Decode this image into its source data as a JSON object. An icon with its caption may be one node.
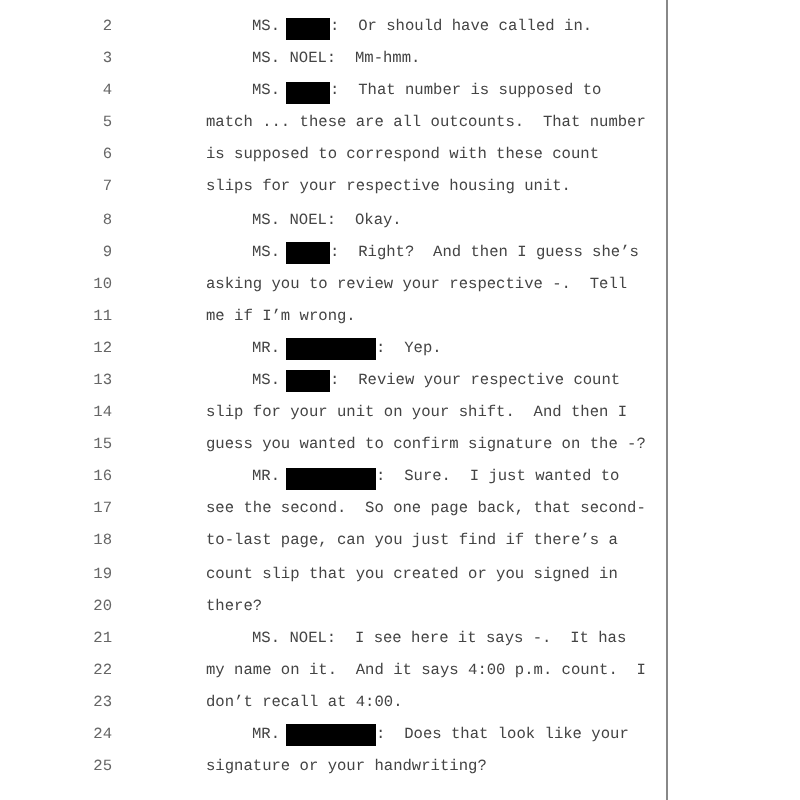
{
  "diagram": {
    "labels": [
      "2",
      "MS.",
      ":  Or should have called in.",
      "3",
      "MS. NOEL:  Mm-hmm.",
      "4",
      "MS.",
      ":  That number is supposed to",
      "5",
      "match ... these are all outcounts.  That number",
      "6",
      "is supposed to correspond with these count",
      "7",
      "slips for your respective housing unit.",
      "8",
      "MS. NOEL:  Okay.",
      "9",
      "MS.",
      ":  Right?  And then I guess she’s",
      "10",
      "asking you to review your respective -.  Tell",
      "11",
      "me if I’m wrong.",
      "12",
      "MR.",
      ":  Yep.",
      "13",
      "MS.",
      ":  Review your respective count",
      "14",
      "slip for your unit on your shift.  And then I",
      "15",
      "guess you wanted to confirm signature on the -?",
      "16",
      "MR.",
      ":  Sure.  I just wanted to",
      "17",
      "see the second.  So one page back, that second-",
      "18",
      "to-last page, can you just find if there’s a",
      "19",
      "count slip that you created or you signed in",
      "20",
      "there?",
      "21",
      "MS. NOEL:  I see here it says -.  It has",
      "22",
      "my name on it.  And it says 4:00 p.m. count.  I",
      "23",
      "don’t recall at 4:00.",
      "24",
      "MR.",
      ":  Does that look like your",
      "25",
      "signature or your handwriting?"
    ]
  }
}
